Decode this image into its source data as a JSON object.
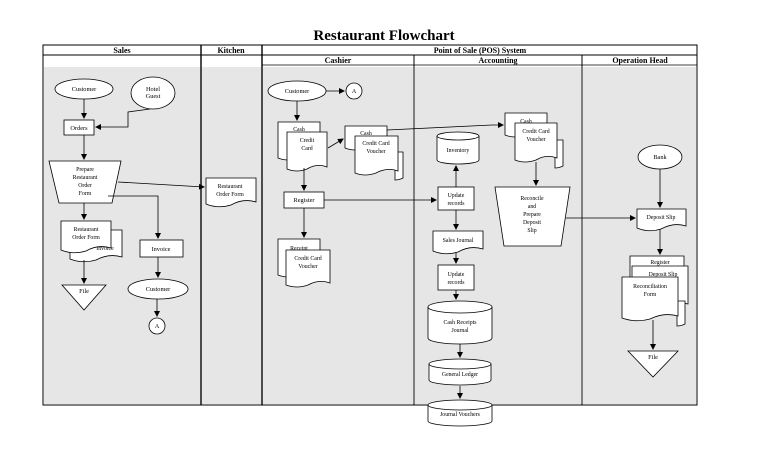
{
  "title": "Restaurant Flowchart",
  "lanes": {
    "sales": "Sales",
    "kitchen": "Kitchen",
    "pos": "Point of Sale (POS) System",
    "cashier": "Cashier",
    "accounting": "Accounting",
    "operation_head": "Operation Head"
  },
  "sales": {
    "customer_start": "Customer",
    "hotel_guest": [
      "Hotel",
      "Guest"
    ],
    "orders": "Orders",
    "prepare_form": [
      "Prepare",
      "Restaurant",
      "Order",
      "Form"
    ],
    "restaurant_order_form_doc": [
      "Restaurant",
      "Order Form"
    ],
    "invoice_back": "Invoice",
    "file": "File",
    "invoice": "Invoice",
    "customer_end": "Customer",
    "connector": "A"
  },
  "kitchen": {
    "restaurant_order_form": [
      "Restaurant",
      "Order Form"
    ]
  },
  "cashier": {
    "customer": "Customer",
    "connector": "A",
    "cash_back": "Cash",
    "credit_card": [
      "Credit",
      "Card"
    ],
    "cash_voucher_back": "Cash",
    "credit_card_voucher": [
      "Credit Card",
      "Voucher"
    ],
    "register": "Register",
    "receipt_back": "Receipt",
    "receipt_credit_card_voucher": [
      "Credit Card",
      "Voucher"
    ]
  },
  "accounting": {
    "inventory": "Inventory",
    "update_records_1": [
      "Update",
      "records"
    ],
    "sales_journal": "Sales Journal",
    "update_records_2": [
      "Update",
      "records"
    ],
    "cash_receipts_journal": [
      "Cash Receipts",
      "Journal"
    ],
    "general_ledger": "General Ledger",
    "journal_vouchers": "Journal Vouchers",
    "cash_back": "Cash",
    "credit_card_voucher": [
      "Credit Card",
      "Voucher"
    ],
    "reconcile": [
      "Reconcile",
      "and",
      "Prepare",
      "Deposit",
      "Slip"
    ]
  },
  "operation_head": {
    "bank": "Bank",
    "deposit_slip": "Deposit Slip",
    "register_back": "Register",
    "deposit_slip_back": "Deposit Slip",
    "reconciliation_form": [
      "Reconciliation",
      "Form"
    ],
    "file": "File"
  }
}
